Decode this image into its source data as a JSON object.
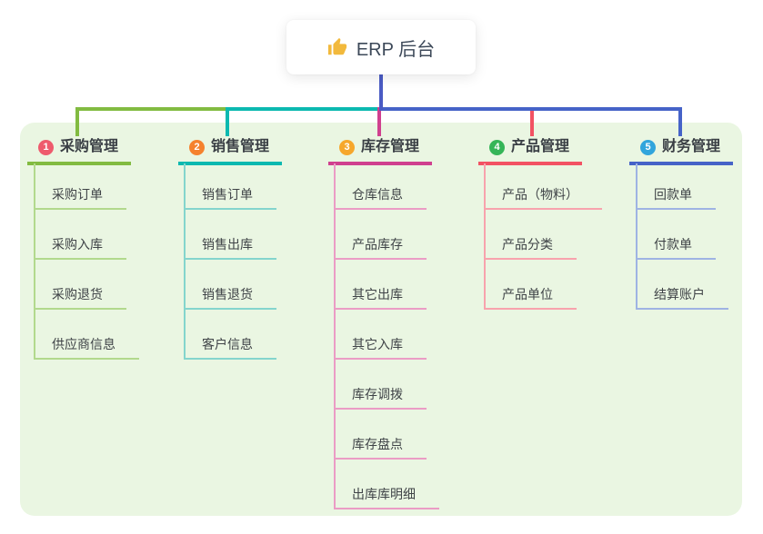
{
  "root": {
    "label": "ERP 后台",
    "icon": "thumbs-up"
  },
  "colors": {
    "panel_bg": "#eaf6e2",
    "card_bg": "#ffffff",
    "root_connector": "#4a5bc4",
    "icon_color": "#f2b93c"
  },
  "branches": [
    {
      "num": "1",
      "title": "采购管理",
      "badge_color": "#ee5b6d",
      "line_color": "#82bb41",
      "child_line_color": "#b2d98d",
      "children": [
        "采购订单",
        "采购入库",
        "采购退货",
        "供应商信息"
      ]
    },
    {
      "num": "2",
      "title": "销售管理",
      "badge_color": "#f5822e",
      "line_color": "#0cb9b0",
      "child_line_color": "#84d5cd",
      "children": [
        "销售订单",
        "销售出库",
        "销售退货",
        "客户信息"
      ]
    },
    {
      "num": "3",
      "title": "库存管理",
      "badge_color": "#f6a72c",
      "line_color": "#d0408f",
      "child_line_color": "#eb9cc5",
      "children": [
        "仓库信息",
        "产品库存",
        "其它出库",
        "其它入库",
        "库存调拨",
        "库存盘点",
        "出库库明细"
      ]
    },
    {
      "num": "4",
      "title": "产品管理",
      "badge_color": "#35b558",
      "line_color": "#f25263",
      "child_line_color": "#f8a3ad",
      "children": [
        "产品（物料）",
        "产品分类",
        "产品单位"
      ]
    },
    {
      "num": "5",
      "title": "财务管理",
      "badge_color": "#31a5dc",
      "line_color": "#4663c8",
      "child_line_color": "#9fb3e3",
      "children": [
        "回款单",
        "付款单",
        "结算账户"
      ]
    }
  ]
}
